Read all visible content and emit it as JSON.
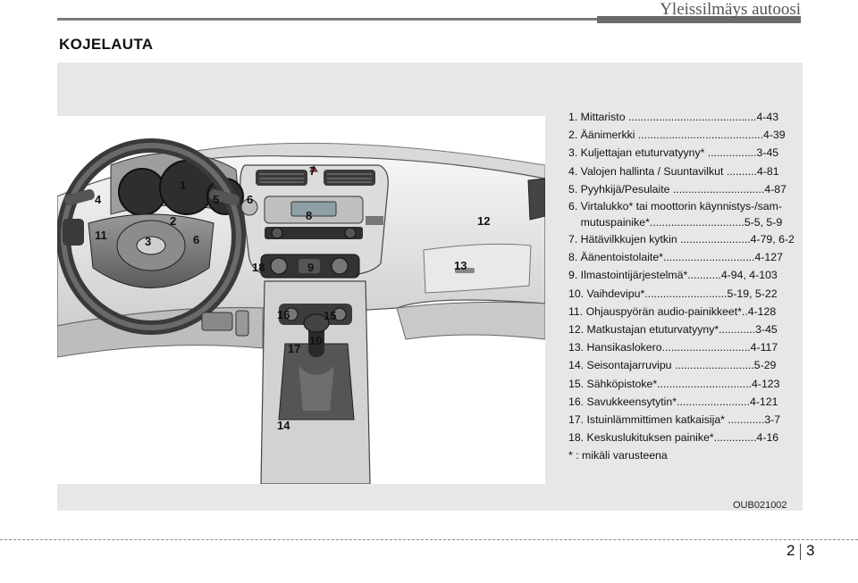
{
  "header": {
    "title": "Yleissilmäys autoosi"
  },
  "section": {
    "title": "KOJELAUTA"
  },
  "legend": [
    "1. Mittaristo ..........................................4-43",
    "2. Äänimerkki .........................................4-39",
    "3. Kuljettajan etuturvatyyny* ................3-45",
    "4. Valojen hallinta / Suuntavilkut ..........4-81",
    "5. Pyyhkijä/Pesulaite ..............................4-87",
    "6. Virtalukko* tai moottorin käynnistys-/sam-",
    "    mutuspainike*...............................5-5, 5-9",
    "7. Hätävilkkujen kytkin .......................4-79, 6-2",
    "8. Äänentoistolaite*..............................4-127",
    "9. Ilmastointijärjestelmä*...........4-94, 4-103",
    "10. Vaihdevipu*...........................5-19, 5-22",
    "11. Ohjauspyörän audio-painikkeet*..4-128",
    "12. Matkustajan etuturvatyyny*............3-45",
    "13. Hansikaslokero.............................4-117",
    "14. Seisontajarruvipu ..........................5-29",
    "15. Sähköpistoke*...............................4-123",
    "16. Savukkeensytytin*........................4-121",
    "17. Istuinlämmittimen katkaisija* ............3-7",
    "18. Keskuslukituksen painike*..............4-16",
    "* : mikäli varusteena"
  ],
  "callouts": [
    "1",
    "2",
    "3",
    "4",
    "5",
    "6",
    "7",
    "8",
    "9",
    "10",
    "11",
    "12",
    "13",
    "14",
    "15",
    "16",
    "17",
    "18"
  ],
  "figure": {
    "code": "OUB021002"
  },
  "page": {
    "chapter": "2",
    "number": "3"
  }
}
